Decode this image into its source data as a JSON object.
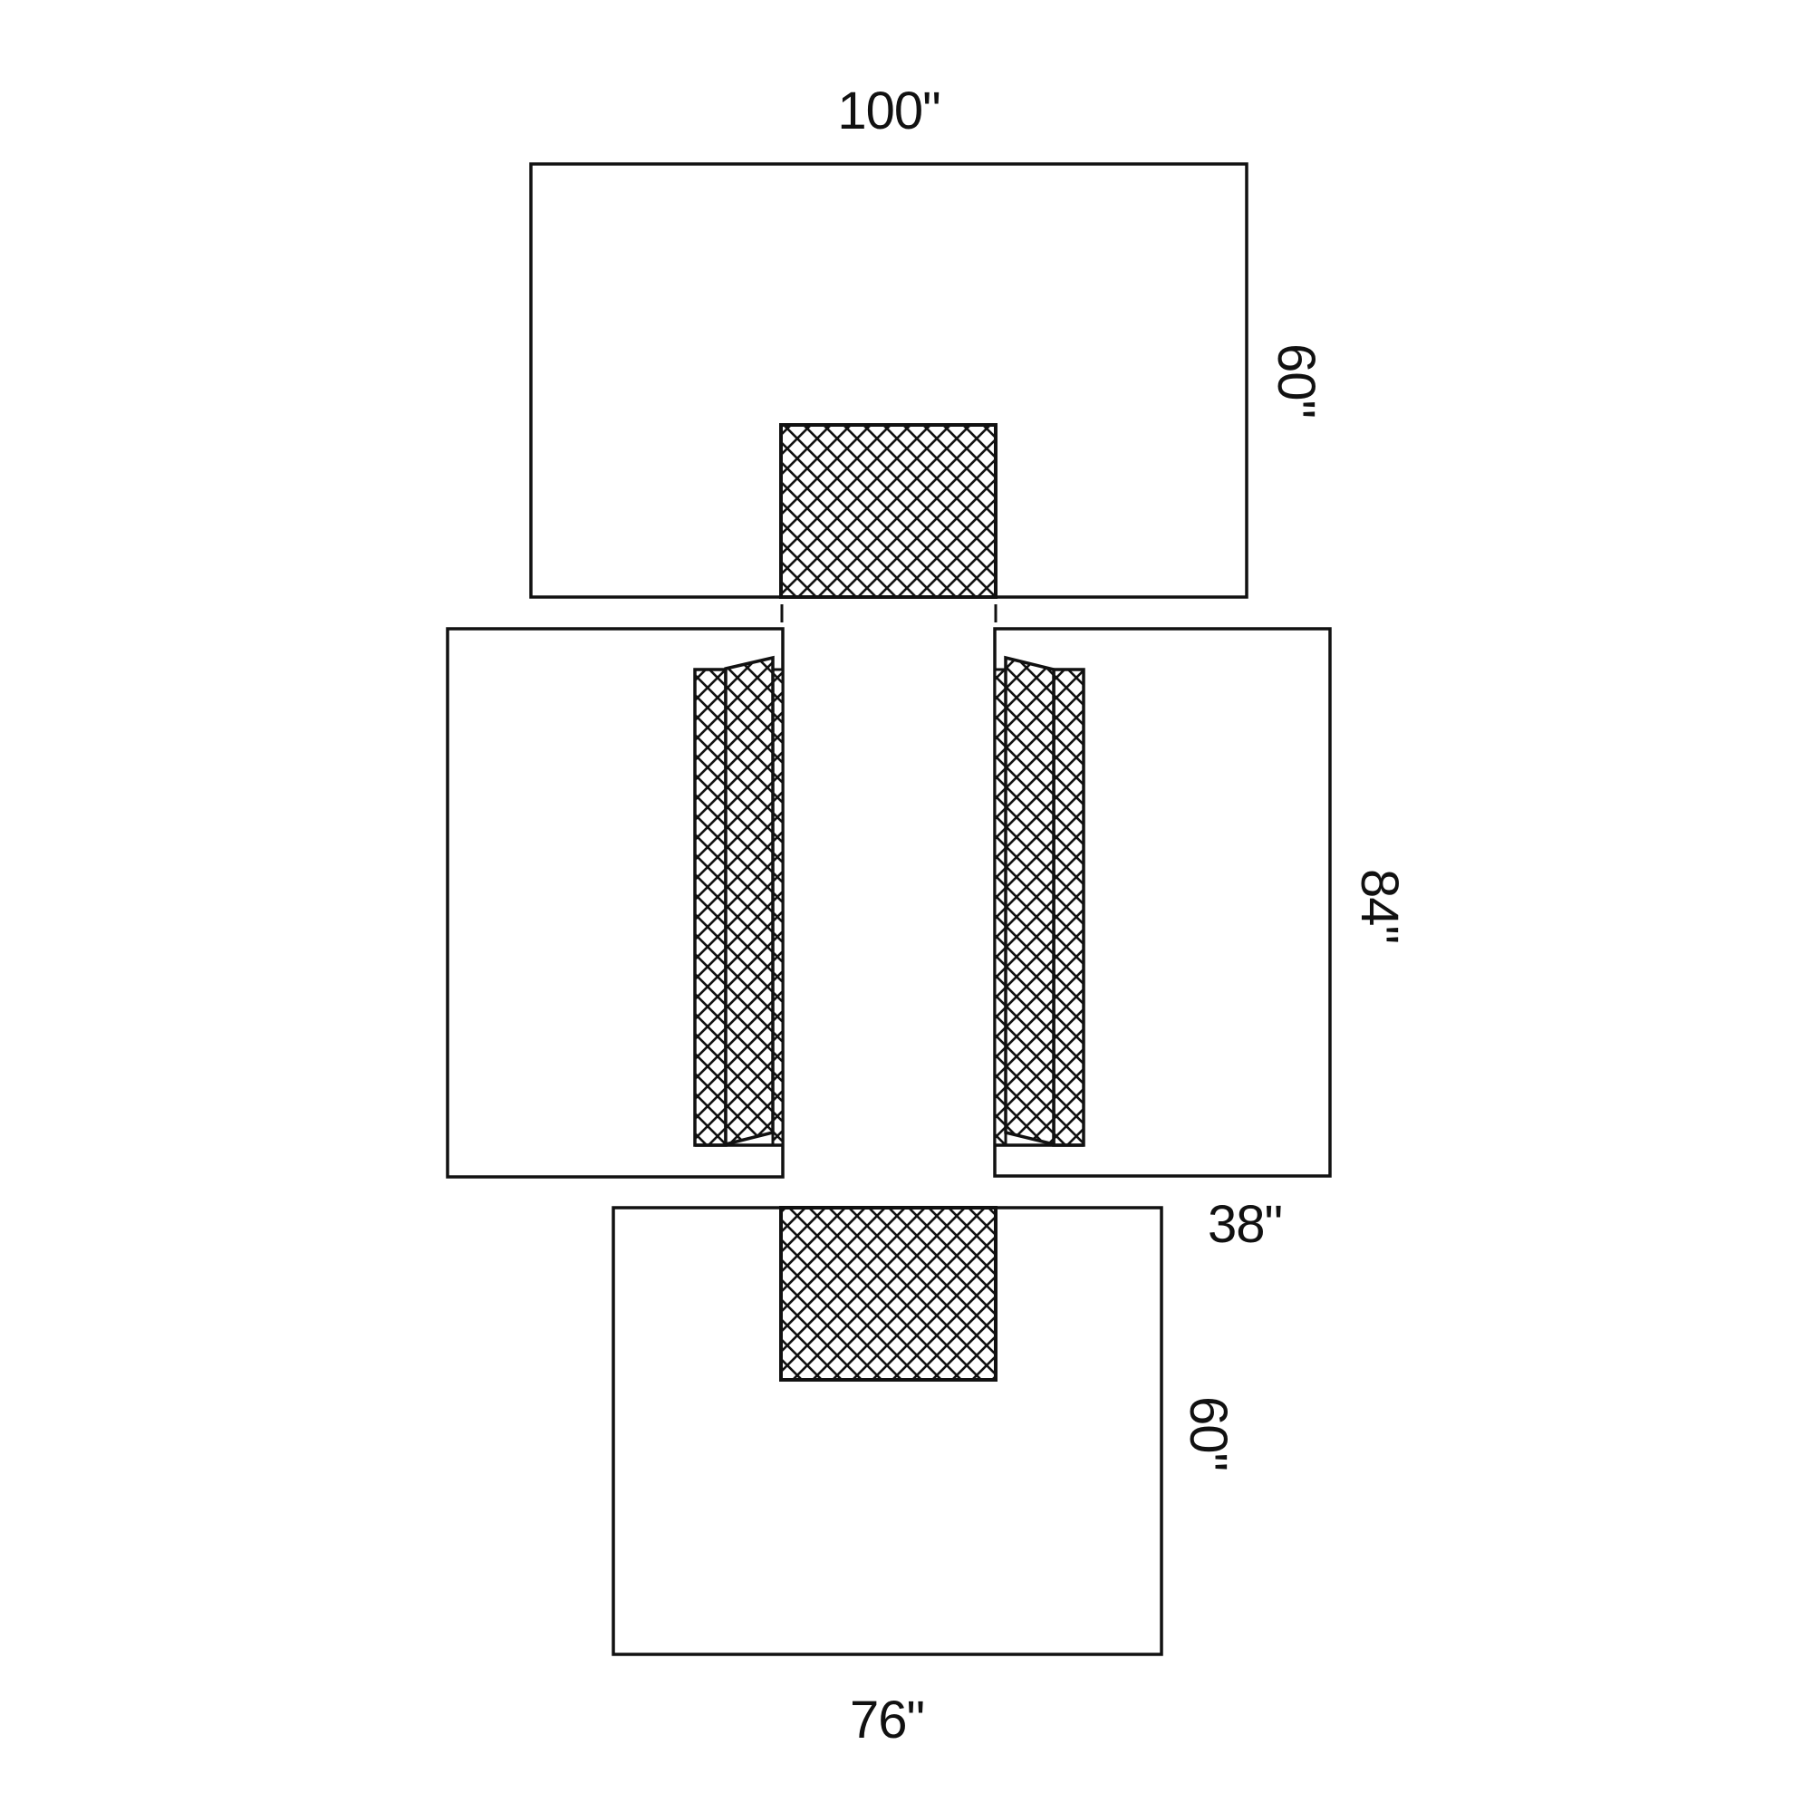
{
  "diagram": {
    "description": "Surgical drape layout with dimensions",
    "stroke_color": "#111111",
    "background_color": "#ffffff",
    "panels": [
      {
        "id": "top-sheet",
        "width_label": "100\"",
        "height_label": "60\"",
        "has_reinforcement": true
      },
      {
        "id": "left-side-sheet",
        "height_label": "84\"",
        "has_folded_strip": true
      },
      {
        "id": "right-side-sheet",
        "width_label": "38\"",
        "height_label": "84\"",
        "has_folded_strip": true
      },
      {
        "id": "bottom-sheet",
        "width_label": "76\"",
        "height_label": "60\"",
        "has_reinforcement": true
      }
    ]
  },
  "labels": {
    "top_width": "100\"",
    "top_height": "60\"",
    "side_height": "84\"",
    "side_width": "38\"",
    "bottom_height": "60\"",
    "bottom_width": "76\""
  }
}
